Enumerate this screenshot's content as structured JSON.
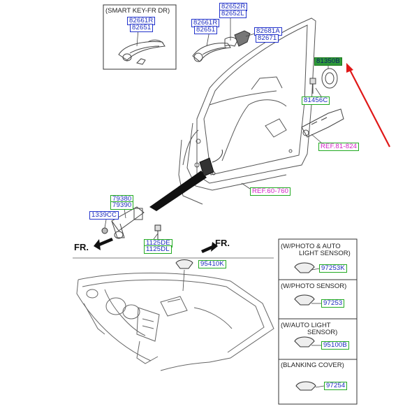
{
  "smart_key_box": {
    "title": "(SMART KEY-FR DR)",
    "part_1": "82661R",
    "part_2": "82651"
  },
  "handle_group": {
    "part_1": "82652R",
    "part_2": "82652L",
    "part_3": "82661R",
    "part_4": "82651",
    "part_5": "82681A",
    "part_6": "82671"
  },
  "highlight_part": "81350B",
  "striker_part": "81456C",
  "ref_latch": "REF.81-824",
  "ref_door": "REF.60-760",
  "checker_parts": {
    "part_1": "79380",
    "part_2": "79390"
  },
  "screw_part": "1339CC",
  "bolt_parts": {
    "part_1": "1125DE",
    "part_2": "1125DL"
  },
  "front_label_1": "FR.",
  "front_label_2": "FR.",
  "dash_part": "95410K",
  "variants": [
    {
      "line1": "(W/PHOTO & AUTO",
      "line2": "LIGHT SENSOR)",
      "part": "97253K"
    },
    {
      "line1": "(W/PHOTO SENSOR)",
      "line2": "",
      "part": "97253"
    },
    {
      "line1": "(W/AUTO LIGHT",
      "line2": "SENSOR)",
      "part": "95100B"
    },
    {
      "line1": "(BLANKING COVER)",
      "line2": "",
      "part": "97254"
    }
  ],
  "colors": {
    "part_border_blue": "#2233cc",
    "part_border_green": "#22aa22",
    "highlight_fill": "#2f9a3a",
    "ref_text": "#d21cc4",
    "pointer_arrow": "#e01818"
  }
}
